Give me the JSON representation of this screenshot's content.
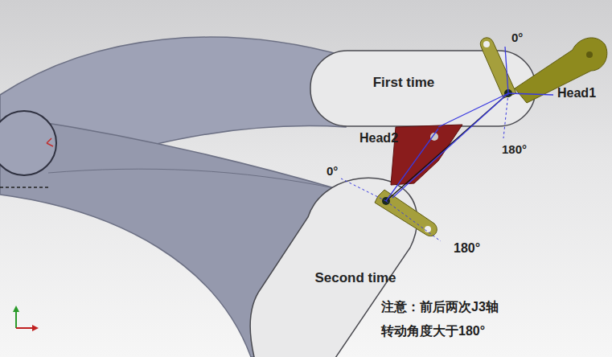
{
  "diagram": {
    "nodes": [
      {
        "text": [
          "First time"
        ]
      },
      {
        "text": [
          "Second time"
        ]
      }
    ],
    "labels": [
      "0°",
      "Head1",
      "180°",
      "Head2",
      "0°",
      "180°",
      "注意：前后两次J3轴 转动角度大于180°"
    ]
  }
}
